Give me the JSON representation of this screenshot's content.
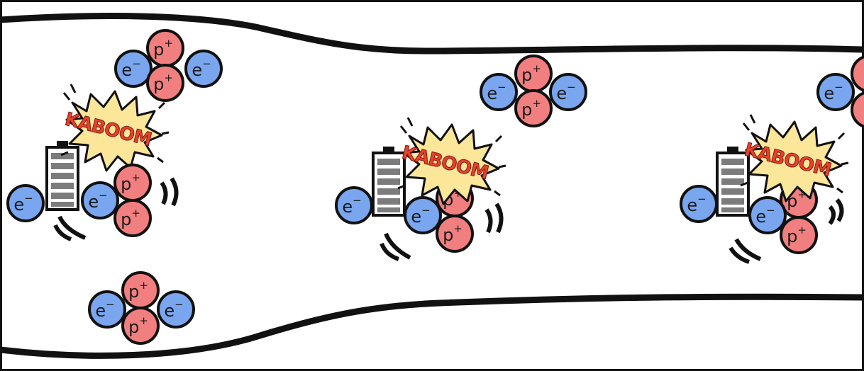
{
  "labels": {
    "proton": "p",
    "proton_sign": "+",
    "electron": "e",
    "electron_sign": "−",
    "explosion": "KABOOM"
  },
  "colors": {
    "proton_fill": "#f27f7f",
    "electron_fill": "#79a6ef",
    "outline": "#111111",
    "burst_fill": "#fbe69a",
    "kaboom_text": "#e8412a",
    "battery_bar": "#7c7c7c"
  },
  "scene": {
    "icons": [
      "proton-icon",
      "electron-icon",
      "battery-icon",
      "kaboom-burst-icon",
      "vibration-lines-icon"
    ]
  }
}
